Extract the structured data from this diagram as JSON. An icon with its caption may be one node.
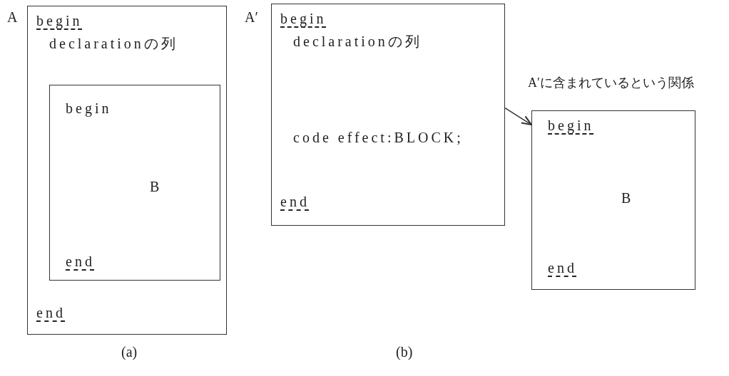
{
  "diagram": {
    "nodes": [
      {
        "text": [
          "begin",
          "declarationの列",
          "end"
        ],
        "beside": [
          "A"
        ]
      },
      {
        "text": [
          "begin",
          "B",
          "end"
        ],
        "in": 0
      },
      {
        "text": [
          "begin",
          "declarationの列",
          "code effect:BLOCK;",
          "end"
        ],
        "beside": [
          "A′"
        ]
      },
      {
        "text": [
          "begin",
          "B",
          "end"
        ]
      }
    ],
    "edges": [
      {
        "from": 2,
        "to": 3,
        "arrow": "to",
        "label": "A′に含まれているという関係"
      }
    ],
    "labels": [
      "(a)",
      "(b)"
    ]
  }
}
